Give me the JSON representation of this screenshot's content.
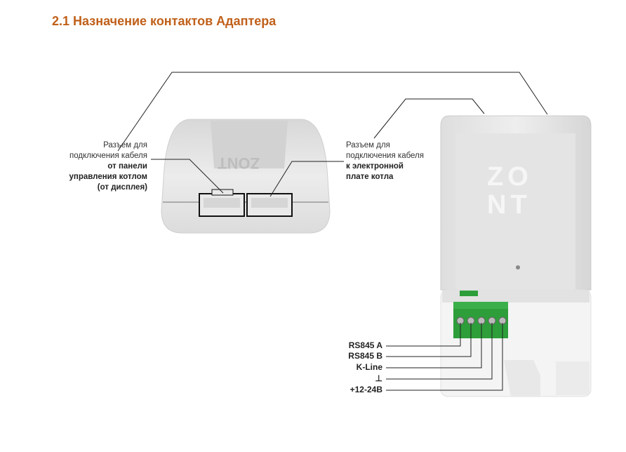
{
  "title": "2.1 Назначение контактов Адаптера",
  "left_connector": {
    "line1": "Разъем для",
    "line2": "подключения кабеля",
    "bold1": "от панели",
    "bold2": "управления котлом",
    "bold3": "(от дисплея)"
  },
  "right_connector": {
    "line1": "Разъем для",
    "line2": "подключения кабеля",
    "bold1": "к электронной",
    "bold2": "плате котла"
  },
  "device_logo": "ZONT",
  "pins": [
    "RS845 A",
    "RS845 B",
    "K-Line",
    "⊥",
    "+12-24В"
  ],
  "colors": {
    "title": "#c0601a",
    "terminal": "#2e9e3a"
  }
}
